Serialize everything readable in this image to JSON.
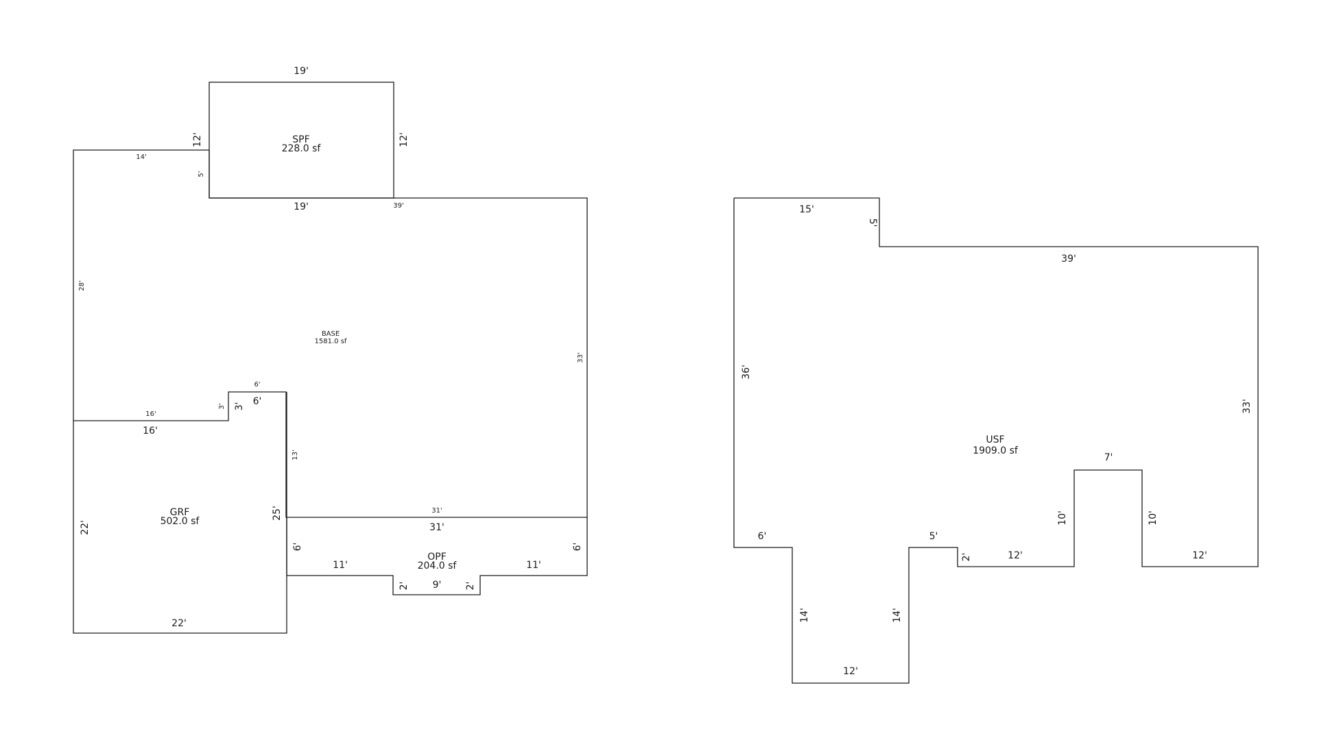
{
  "sketch": {
    "left_plan": {
      "areas": [
        {
          "key": "spf",
          "name": "SPF",
          "area": "228.0 sf"
        },
        {
          "key": "base",
          "name": "BASE",
          "area": "1581.0 sf"
        },
        {
          "key": "grf",
          "name": "GRF",
          "area": "502.0 sf"
        },
        {
          "key": "opf",
          "name": "OPF",
          "area": "204.0 sf"
        }
      ],
      "dimensions": {
        "spf_top": "19'",
        "spf_left": "12'",
        "spf_right": "12'",
        "spf_bottom": "19'",
        "base_top_left": "14'",
        "base_notch": "5'",
        "base_top_right": "39'",
        "base_left": "28'",
        "base_right": "33'",
        "base_step_top": "6'",
        "base_step_left": "3'",
        "base_step_down": "13'",
        "base_grf_edge": "16'",
        "base_bottom": "31'",
        "grf_top": "16'",
        "grf_step_top": "6'",
        "grf_step_left": "3'",
        "grf_left": "22'",
        "grf_right": "25'",
        "grf_bottom": "22'",
        "opf_top": "31'",
        "opf_left": "6'",
        "opf_right": "6'",
        "opf_bottom_left": "11'",
        "opf_bottom_right": "11'",
        "opf_jog_left": "2'",
        "opf_jog_right": "2'",
        "opf_bottom_mid": "9'"
      }
    },
    "right_plan": {
      "area": {
        "name": "USF",
        "area": "1909.0 sf"
      },
      "dimensions": {
        "top_left": "15'",
        "notch": "5'",
        "top_right": "39'",
        "left": "36'",
        "right": "33'",
        "step_left_top": "6'",
        "wing_left": "14'",
        "wing_bottom": "12'",
        "wing_right": "14'",
        "step_mid_top": "5'",
        "jog": "2'",
        "bottom_mid_left": "12'",
        "bay_left": "10'",
        "bay_top": "7'",
        "bay_right": "10'",
        "bottom_right": "12'"
      }
    }
  }
}
